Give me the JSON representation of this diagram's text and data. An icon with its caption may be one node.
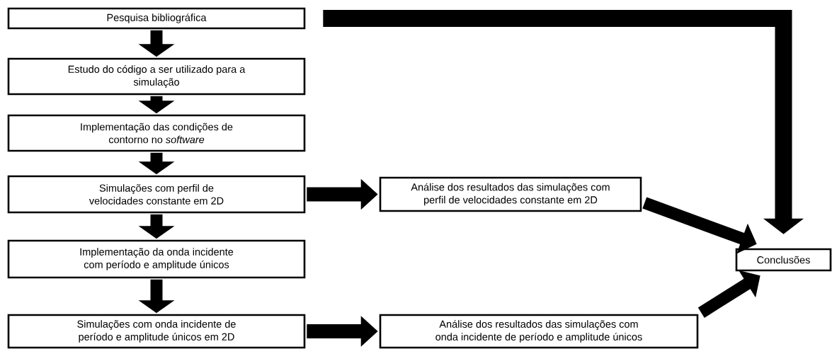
{
  "diagram": {
    "nodes": [
      {
        "text": [
          "Pesquisa bibliográfica"
        ]
      },
      {
        "text": [
          "Estudo do código a ser utilizado para a simulação"
        ]
      },
      {
        "text": [
          "Implementação das condições de contorno no *software*"
        ]
      },
      {
        "text": [
          "Simulações com perfil de velocidades constante em 2D"
        ]
      },
      {
        "text": [
          "Implementação da onda incidente com período e amplitude únicos"
        ]
      },
      {
        "text": [
          "Simulações com onda incidente de período e amplitude únicos em 2D"
        ]
      },
      {
        "text": [
          "Análise dos resultados das simulações com perfil de velocidades constante em 2D"
        ]
      },
      {
        "text": [
          "Análise dos resultados das simulações com onda incidente de período e amplitude únicos"
        ]
      },
      {
        "text": [
          "Conclusões"
        ]
      }
    ],
    "edges": [
      {
        "from": 0,
        "to": 1,
        "arrow": "to"
      },
      {
        "from": 1,
        "to": 2,
        "arrow": "to"
      },
      {
        "from": 2,
        "to": 3,
        "arrow": "to"
      },
      {
        "from": 3,
        "to": 4,
        "arrow": "to"
      },
      {
        "from": 4,
        "to": 5,
        "arrow": "to"
      },
      {
        "from": 3,
        "to": 6,
        "arrow": "to"
      },
      {
        "from": 5,
        "to": 7,
        "arrow": "to"
      },
      {
        "from": 6,
        "to": 8,
        "arrow": "to"
      },
      {
        "from": 7,
        "to": 8,
        "arrow": "to"
      },
      {
        "from": 0,
        "to": 8,
        "arrow": "to"
      }
    ]
  }
}
